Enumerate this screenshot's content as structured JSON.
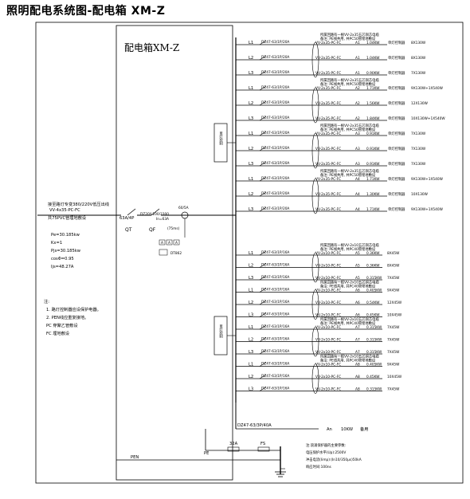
{
  "title": "照明配电系统图-配电箱 XM-Z",
  "box_name": "配电箱XM-Z",
  "incoming": {
    "desc1": "接至路灯专变380/220V低压出线",
    "desc2": "VV-4x35-PC-FC",
    "desc3": "共75PVC管埋地敷设",
    "switch_rating": "63A/4P",
    "qt": "QT",
    "qf": "QF",
    "breaker_model": "DZ20Y-100/3300",
    "breaker_in": "In=63A",
    "ct": "60/5A",
    "trip_time": "(75ms)",
    "ammeter": "A",
    "meter": "DT862"
  },
  "load_params": [
    "Pe=30.185kw",
    "Kx=1",
    "Pjs=30.185kw",
    "cosΦ=0.95",
    "Ijs=48.27A"
  ],
  "notes": [
    "注:",
    "1. 路灯控制器应设保护电器。",
    "2. PEN线应重复接地。",
    "PC  穿聚乙管敷设",
    "FC  埋地敷设"
  ],
  "controller_label": "单灯控制器",
  "controller_box_label": "单灯控制",
  "group_notes": [
    [
      "所属回路有一根VV-2x35五芯铜芯电缆",
      "备注: PE线共用, 共PC50管埋地敷设"
    ],
    [
      "所属回路有一根VV-2x35五芯铜芯电缆",
      "备注: PE线共用, 共PC50管埋地敷设"
    ],
    [
      "所属回路有一根VV-2x35五芯铜芯电缆",
      "备注: PE线共用, 共PC50管埋地敷设"
    ],
    [
      "所属回路有一根VV-2x35五芯铜芯电缆",
      "备注: PE线共用, 共PC50管埋地敷设"
    ],
    [
      "所属回路有一根VV-2x10五芯铜芯电缆",
      "备注: PE线共用, 共PC40管埋地敷设"
    ],
    [
      "所属回路有一根VV-2x10五芯铜芯电缆",
      "备注: PE线共用, 共PC40管埋地敷设"
    ],
    [
      "所属回路有一根VV-2x10五芯铜芯电缆",
      "备注: PE线共用, 共PC40管埋地敷设"
    ],
    [
      "所属回路有一根VV-2x10五芯铜芯电缆",
      "备注: PE线共用, 共PC40管埋地敷设"
    ]
  ],
  "circuits": [
    {
      "phase": "L1",
      "breaker": "DZ47-63/1P/20A",
      "cable": "VV-2x35-PC-FC",
      "id": "A1",
      "power": "1.04KW",
      "ctrl": true,
      "lamps": "8X130W"
    },
    {
      "phase": "L2",
      "breaker": "DZ47-63/1P/20A",
      "cable": "VV-2x35-PC-FC",
      "id": "A1",
      "power": "1.04KW",
      "ctrl": true,
      "lamps": "8X130W"
    },
    {
      "phase": "L3",
      "breaker": "DZ47-63/1P/20A",
      "cable": "VV-2x35-PC-FC",
      "id": "A1",
      "power": "0.90KW",
      "ctrl": true,
      "lamps": "7X130W"
    },
    {
      "phase": "L1",
      "breaker": "DZ47-63/1P/20A",
      "cable": "VV-2x35-PC-FC",
      "id": "A2",
      "power": "1.71KW",
      "ctrl": true,
      "lamps": "9X130W+1X540W"
    },
    {
      "phase": "L2",
      "breaker": "DZ47-63/1P/20A",
      "cable": "VV-2x35-PC-FC",
      "id": "A2",
      "power": "1.56KW",
      "ctrl": true,
      "lamps": "12X130W"
    },
    {
      "phase": "L3",
      "breaker": "DZ47-63/1P/20A",
      "cable": "VV-2x35-PC-FC",
      "id": "A2",
      "power": "1.84KW",
      "ctrl": true,
      "lamps": "10X130W+1X540W"
    },
    {
      "phase": "L1",
      "breaker": "DZ47-63/1P/20A",
      "cable": "VV-2x35-PC-FC",
      "id": "A3",
      "power": "0.91KW",
      "ctrl": true,
      "lamps": "7X130W"
    },
    {
      "phase": "L2",
      "breaker": "DZ47-63/1P/20A",
      "cable": "VV-2x35-PC-FC",
      "id": "A3",
      "power": "0.91KW",
      "ctrl": true,
      "lamps": "7X130W"
    },
    {
      "phase": "L3",
      "breaker": "DZ47-63/1P/20A",
      "cable": "VV-2x35-PC-FC",
      "id": "A3",
      "power": "0.91KW",
      "ctrl": true,
      "lamps": "7X130W"
    },
    {
      "phase": "L1",
      "breaker": "DZ47-63/1P/20A",
      "cable": "VV-2x35-PC-FC",
      "id": "A4",
      "power": "1.71KW",
      "ctrl": true,
      "lamps": "9X130W+1X540W"
    },
    {
      "phase": "L2",
      "breaker": "DZ47-63/1P/20A",
      "cable": "VV-2x35-PC-FC",
      "id": "A4",
      "power": "1.30KW",
      "ctrl": true,
      "lamps": "10X130W"
    },
    {
      "phase": "L3",
      "breaker": "DZ47-63/1P/20A",
      "cable": "VV-2x35-PC-FC",
      "id": "A4",
      "power": "1.71KW",
      "ctrl": true,
      "lamps": "9X130W+1X540W"
    },
    {
      "phase": "L1",
      "breaker": "DZ47-63/1P/16A",
      "cable": "VV-2x10-PC-FC",
      "id": "A5",
      "power": "0.36KW",
      "ctrl": false,
      "lamps": "8X45W"
    },
    {
      "phase": "L2",
      "breaker": "DZ47-63/1P/16A",
      "cable": "VV-2x10-PC-FC",
      "id": "A5",
      "power": "0.36KW",
      "ctrl": false,
      "lamps": "8X45W"
    },
    {
      "phase": "L3",
      "breaker": "DZ47-63/1P/16A",
      "cable": "VV-2x10-PC-FC",
      "id": "A5",
      "power": "0.315KW",
      "ctrl": false,
      "lamps": "7X45W"
    },
    {
      "phase": "L1",
      "breaker": "DZ47-63/1P/16A",
      "cable": "VV-2x10-PC-FC",
      "id": "A6",
      "power": "0.405KW",
      "ctrl": false,
      "lamps": "9X45W"
    },
    {
      "phase": "L2",
      "breaker": "DZ47-63/1P/16A",
      "cable": "VV-2x10-PC-FC",
      "id": "A6",
      "power": "0.54KW",
      "ctrl": false,
      "lamps": "12X45W"
    },
    {
      "phase": "L3",
      "breaker": "DZ47-63/1P/16A",
      "cable": "VV-2x10-PC-FC",
      "id": "A6",
      "power": "0.45KW",
      "ctrl": false,
      "lamps": "10X45W"
    },
    {
      "phase": "L1",
      "breaker": "DZ47-63/1P/16A",
      "cable": "VV-2x10-PC-FC",
      "id": "A7",
      "power": "0.315KW",
      "ctrl": false,
      "lamps": "7X45W"
    },
    {
      "phase": "L2",
      "breaker": "DZ47-63/1P/16A",
      "cable": "VV-2x10-PC-FC",
      "id": "A7",
      "power": "0.315KW",
      "ctrl": false,
      "lamps": "7X45W"
    },
    {
      "phase": "L3",
      "breaker": "DZ47-63/1P/16A",
      "cable": "VV-2x10-PC-FC",
      "id": "A7",
      "power": "0.315KW",
      "ctrl": false,
      "lamps": "7X45W"
    },
    {
      "phase": "L1",
      "breaker": "DZ47-63/1P/16A",
      "cable": "VV-2x10-PC-FC",
      "id": "A8",
      "power": "0.405KW",
      "ctrl": false,
      "lamps": "9X45W"
    },
    {
      "phase": "L2",
      "breaker": "DZ47-63/1P/16A",
      "cable": "VV-2x10-PC-FC",
      "id": "A8",
      "power": "0.45KW",
      "ctrl": false,
      "lamps": "10X45W"
    },
    {
      "phase": "L3",
      "breaker": "DZ47-63/1P/16A",
      "cable": "VV-2x10-PC-FC",
      "id": "A8",
      "power": "0.315KW",
      "ctrl": false,
      "lamps": "7X45W"
    }
  ],
  "spare": {
    "breaker": "DZ47-63/3P/40A",
    "label": "An",
    "power": "10KW",
    "note": "备用"
  },
  "protection": {
    "fuse": "32A",
    "fs": "FS",
    "pe": "PE",
    "pen": "PEN"
  },
  "surge_notes": [
    "注:浪涌保护器的主要参数:",
    "电压保护水平(Up):2500V",
    "冲击电流(Iimp):(In10/350μs)50kA",
    "响应时间:100ns"
  ]
}
